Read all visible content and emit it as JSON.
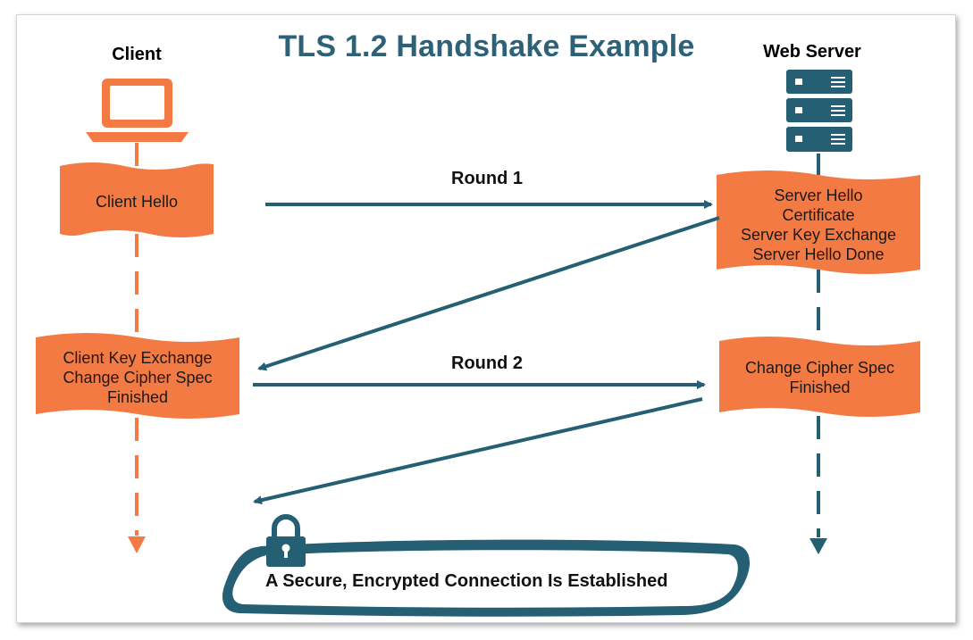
{
  "title": "TLS 1.2 Handshake Example",
  "actors": {
    "client": "Client",
    "server": "Web Server"
  },
  "rounds": {
    "round1": "Round 1",
    "round2": "Round 2"
  },
  "messages": {
    "client_hello": [
      "Client Hello"
    ],
    "server_hello": [
      "Server Hello",
      "Certificate",
      "Server Key Exchange",
      "Server Hello Done"
    ],
    "client_key_exchange": [
      "Client Key Exchange",
      "Change Cipher Spec",
      "Finished"
    ],
    "server_finished": [
      "Change Cipher Spec",
      "Finished"
    ]
  },
  "banner": "A Secure, Encrypted Connection Is Established",
  "icons": {
    "client": "laptop-icon",
    "server": "server-rack-icon",
    "banner": "padlock-icon"
  },
  "colors": {
    "accent": "#f47a44",
    "teal": "#245f73",
    "title": "#2d6178"
  }
}
